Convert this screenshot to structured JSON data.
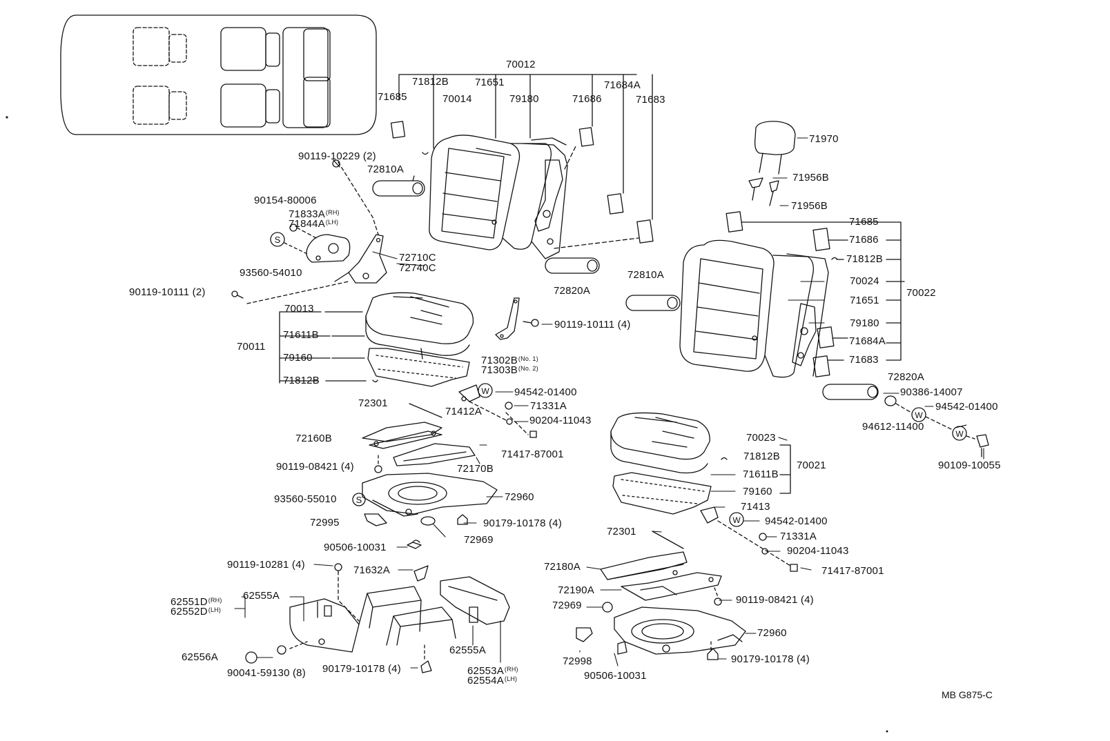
{
  "diagram_code": "MB G875-C",
  "parts": {
    "p70012": "70012",
    "p71812B_top": "71812B",
    "p71651_top": "71651",
    "p71684A_top": "71684A",
    "p71685_top": "71685",
    "p70014": "70014",
    "p79180_top": "79180",
    "p71686_top": "71686",
    "p71683_top": "71683",
    "p90119_10229": "90119-10229 (2)",
    "p72810A_left": "72810A",
    "p90154_80006": "90154-80006",
    "p71833A": "71833A",
    "p71833A_side": "(RH)",
    "p71844A": "71844A",
    "p71844A_side": "(LH)",
    "p72710C": "72710C",
    "p72740C": "72740C",
    "p93560_54010": "93560-54010",
    "p90119_10111_2": "90119-10111 (2)",
    "p72820A_mid": "72820A",
    "p72810A_mid": "72810A",
    "p70013": "70013",
    "p70011": "70011",
    "p71611B_left": "71611B",
    "p79160_left": "79160",
    "p71812B_left": "71812B",
    "p90119_10111_4": "90119-10111 (4)",
    "p71302B": "71302B",
    "p71302B_no": "(No. 1)",
    "p71303B": "71303B",
    "p71303B_no": "(No. 2)",
    "p94542_01400_a": "94542-01400",
    "p71331A_a": "71331A",
    "p72301_a": "72301",
    "p71412A": "71412A",
    "p90204_11043_a": "90204-11043",
    "p72160B": "72160B",
    "p71417_87001_a": "71417-87001",
    "p90119_08421_a": "90119-08421 (4)",
    "p72170B": "72170B",
    "p93560_55010": "93560-55010",
    "p72960_a": "72960",
    "p72995": "72995",
    "p90179_10178_a": "90179-10178 (4)",
    "p72969_a": "72969",
    "p90506_10031_a": "90506-10031",
    "p90119_10281": "90119-10281 (4)",
    "p71632A": "71632A",
    "p62551D": "62551D",
    "p62551D_side": "(RH)",
    "p62552D": "62552D",
    "p62552D_side": "(LH)",
    "p62555A_top": "62555A",
    "p62556A": "62556A",
    "p90041_59130": "90041-59130 (8)",
    "p90179_10178_b": "90179-10178 (4)",
    "p62555A_bottom": "62555A",
    "p62553A": "62553A",
    "p62553A_side": "(RH)",
    "p62554A": "62554A",
    "p62554A_side": "(LH)",
    "p71970": "71970",
    "p71956B_1": "71956B",
    "p71956B_2": "71956B",
    "p71685_right": "71685",
    "p71686_right": "71686",
    "p71812B_right": "71812B",
    "p70024": "70024",
    "p70022": "70022",
    "p71651_right": "71651",
    "p79180_right": "79180",
    "p71684A_right": "71684A",
    "p71683_right": "71683",
    "p72820A_right": "72820A",
    "p90386_14007": "90386-14007",
    "p94542_01400_r": "94542-01400",
    "p94612_11400": "94612-11400",
    "p90109_10055": "90109-10055",
    "p70023": "70023",
    "p71812B_r2": "71812B",
    "p70021": "70021",
    "p71611B_right": "71611B",
    "p79160_right": "79160",
    "p71413": "71413",
    "p94542_01400_b": "94542-01400",
    "p72301_b": "72301",
    "p71331A_b": "71331A",
    "p90204_11043_b": "90204-11043",
    "p71417_87001_b": "71417-87001",
    "p72180A": "72180A",
    "p72190A": "72190A",
    "p90119_08421_b": "90119-08421 (4)",
    "p72969_b": "72969",
    "p72960_b": "72960",
    "p72998": "72998",
    "p90179_10178_c": "90179-10178 (4)",
    "p90506_10031_b": "90506-10031"
  },
  "symbols": {
    "s_letter": "S",
    "w_letter": "W"
  }
}
